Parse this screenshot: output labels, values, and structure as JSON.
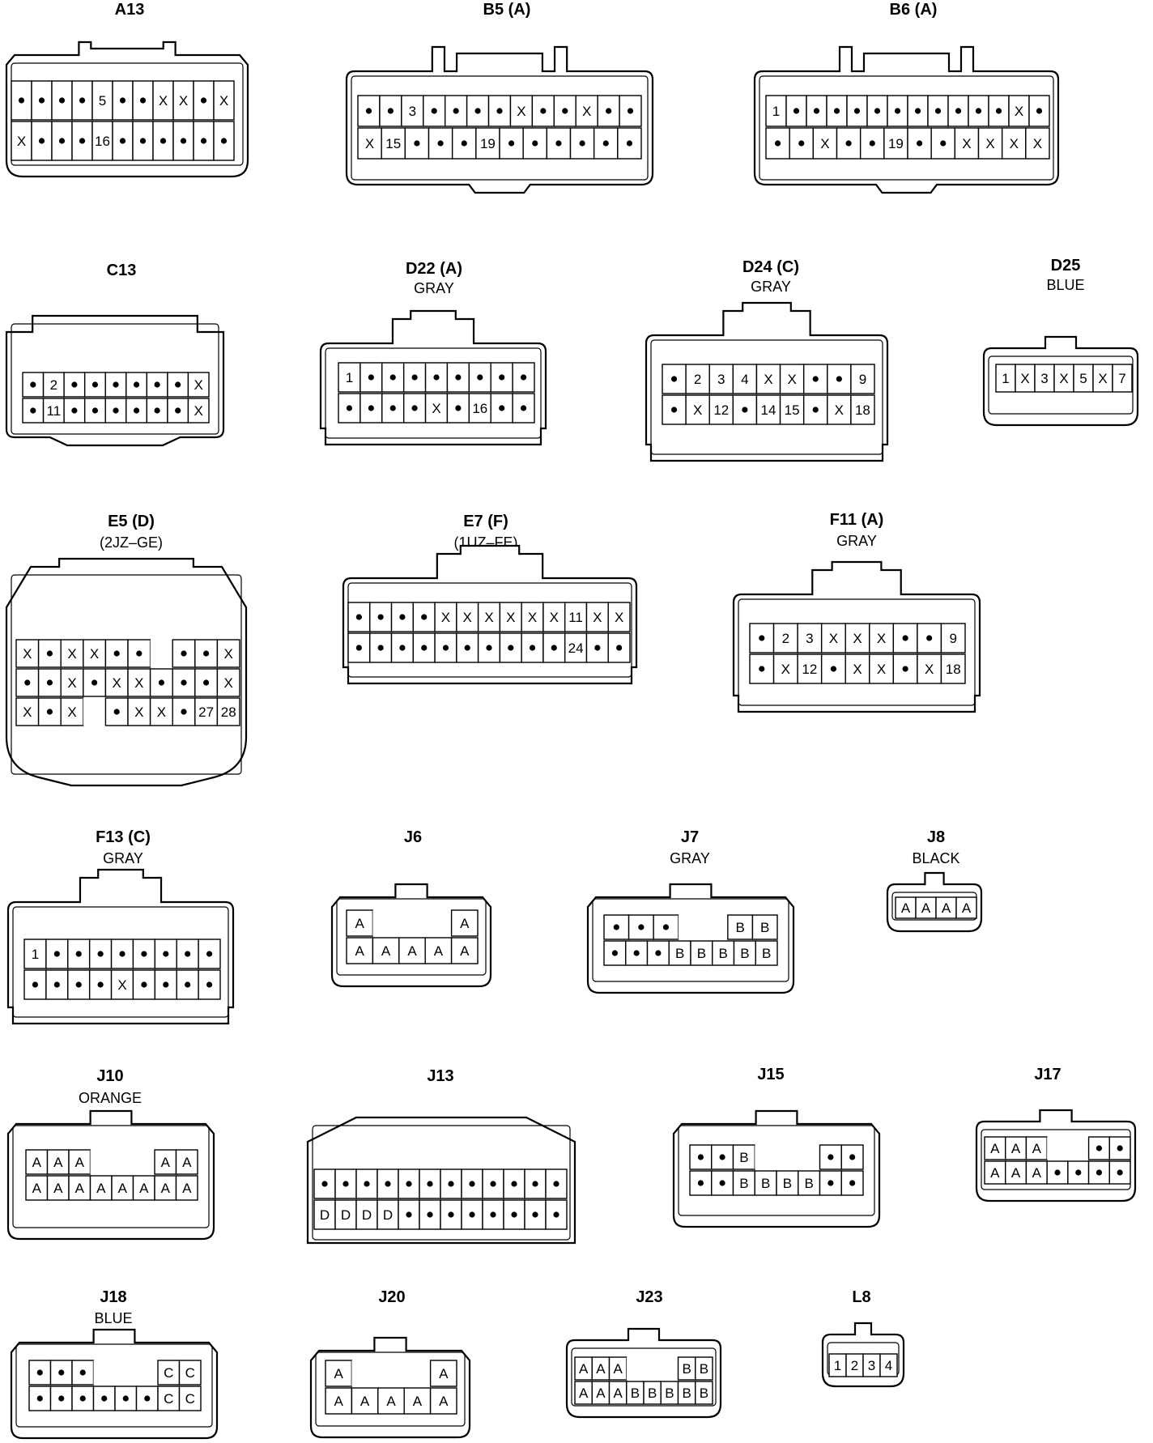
{
  "connectors": [
    {
      "id": "A13",
      "title": "A13",
      "subtitle": "",
      "rows": [
        [
          "•",
          "•",
          "•",
          "•",
          "5",
          "•",
          "•",
          "X",
          "X",
          "•",
          "X"
        ],
        [
          "X",
          "•",
          "•",
          "•",
          "16",
          "•",
          "•",
          "•",
          "•",
          "•",
          "•"
        ]
      ]
    },
    {
      "id": "B5",
      "title": "B5 (A)",
      "subtitle": "",
      "rows": [
        [
          "•",
          "•",
          "3",
          "•",
          "•",
          "•",
          "•",
          "X",
          "•",
          "•",
          "X",
          "•",
          "•"
        ],
        [
          "X",
          "15",
          "•",
          "•",
          "•",
          "19",
          "•",
          "•",
          "•",
          "•",
          "•",
          "•"
        ]
      ]
    },
    {
      "id": "B6",
      "title": "B6 (A)",
      "subtitle": "",
      "rows": [
        [
          "1",
          "•",
          "•",
          "•",
          "•",
          "•",
          "•",
          "•",
          "•",
          "•",
          "•",
          "•",
          "X",
          "•"
        ],
        [
          "•",
          "•",
          "X",
          "•",
          "•",
          "19",
          "•",
          "•",
          "X",
          "X",
          "X",
          "X"
        ]
      ]
    },
    {
      "id": "C13",
      "title": "C13",
      "subtitle": "",
      "rows": [
        [
          "•",
          "2",
          "•",
          "•",
          "•",
          "•",
          "•",
          "•",
          "X"
        ],
        [
          "•",
          "11",
          "•",
          "•",
          "•",
          "•",
          "•",
          "•",
          "X"
        ]
      ]
    },
    {
      "id": "D22",
      "title": "D22 (A)",
      "subtitle": "GRAY",
      "rows": [
        [
          "1",
          "•",
          "•",
          "•",
          "•",
          "•",
          "•",
          "•",
          "•"
        ],
        [
          "•",
          "•",
          "•",
          "•",
          "X",
          "•",
          "16",
          "•",
          "•"
        ]
      ]
    },
    {
      "id": "D24",
      "title": "D24 (C)",
      "subtitle": "GRAY",
      "rows": [
        [
          "•",
          "2",
          "3",
          "4",
          "X",
          "X",
          "•",
          "•",
          "9"
        ],
        [
          "•",
          "X",
          "12",
          "•",
          "14",
          "15",
          "•",
          "X",
          "18"
        ]
      ]
    },
    {
      "id": "D25",
      "title": "D25",
      "subtitle": "BLUE",
      "rows": [
        [
          "1",
          "X",
          "3",
          "X",
          "5",
          "X",
          "7"
        ]
      ]
    },
    {
      "id": "E5",
      "title": "E5 (D)",
      "subtitle": "(2JZ–GE)",
      "rows": [
        [
          "X",
          "•",
          "X",
          "X",
          "•",
          "•",
          "",
          "•",
          "•",
          "X"
        ],
        [
          "•",
          "•",
          "X",
          "•",
          "X",
          "X",
          "•",
          "•",
          "•",
          "X"
        ],
        [
          "X",
          "•",
          "X",
          "",
          "•",
          "X",
          "X",
          "•",
          "27",
          "28"
        ]
      ]
    },
    {
      "id": "E7",
      "title": "E7 (F)",
      "subtitle": "(1UZ–FE)",
      "rows": [
        [
          "•",
          "•",
          "•",
          "•",
          "X",
          "X",
          "X",
          "X",
          "X",
          "X",
          "11",
          "X",
          "X"
        ],
        [
          "•",
          "•",
          "•",
          "•",
          "•",
          "•",
          "•",
          "•",
          "•",
          "•",
          "24",
          "•",
          "•"
        ]
      ]
    },
    {
      "id": "F11",
      "title": "F11 (A)",
      "subtitle": "GRAY",
      "rows": [
        [
          "•",
          "2",
          "3",
          "X",
          "X",
          "X",
          "•",
          "•",
          "9"
        ],
        [
          "•",
          "X",
          "12",
          "•",
          "X",
          "X",
          "•",
          "X",
          "18"
        ]
      ]
    },
    {
      "id": "F13",
      "title": "F13 (C)",
      "subtitle": "GRAY",
      "rows": [
        [
          "1",
          "•",
          "•",
          "•",
          "•",
          "•",
          "•",
          "•",
          "•"
        ],
        [
          "•",
          "•",
          "•",
          "•",
          "X",
          "•",
          "•",
          "•",
          "•"
        ]
      ]
    },
    {
      "id": "J6",
      "title": "J6",
      "subtitle": "",
      "rows": [
        [
          "A",
          "",
          "",
          "",
          "A"
        ],
        [
          "A",
          "A",
          "A",
          "A",
          "A"
        ]
      ]
    },
    {
      "id": "J7",
      "title": "J7",
      "subtitle": "GRAY",
      "rows": [
        [
          "•",
          "•",
          "•",
          "",
          "",
          "B",
          "B"
        ],
        [
          "•",
          "•",
          "•",
          "B",
          "B",
          "B",
          "B",
          "B"
        ]
      ]
    },
    {
      "id": "J8",
      "title": "J8",
      "subtitle": "BLACK",
      "rows": [
        [
          "A",
          "A",
          "A",
          "A"
        ]
      ]
    },
    {
      "id": "J10",
      "title": "J10",
      "subtitle": "ORANGE",
      "rows": [
        [
          "A",
          "A",
          "A",
          "",
          "",
          "",
          "A",
          "A"
        ],
        [
          "A",
          "A",
          "A",
          "A",
          "A",
          "A",
          "A",
          "A"
        ]
      ]
    },
    {
      "id": "J13",
      "title": "J13",
      "subtitle": "",
      "rows": [
        [
          "•",
          "•",
          "•",
          "•",
          "•",
          "•",
          "•",
          "•",
          "•",
          "•",
          "•",
          "•"
        ],
        [
          "D",
          "D",
          "D",
          "D",
          "•",
          "•",
          "•",
          "•",
          "•",
          "•",
          "•",
          "•"
        ]
      ]
    },
    {
      "id": "J15",
      "title": "J15",
      "subtitle": "",
      "rows": [
        [
          "•",
          "•",
          "B",
          "",
          "",
          "",
          "•",
          "•"
        ],
        [
          "•",
          "•",
          "B",
          "B",
          "B",
          "B",
          "•",
          "•"
        ]
      ]
    },
    {
      "id": "J17",
      "title": "J17",
      "subtitle": "",
      "rows": [
        [
          "A",
          "A",
          "A",
          "",
          "",
          "•",
          "•"
        ],
        [
          "A",
          "A",
          "A",
          "•",
          "•",
          "•",
          "•"
        ]
      ]
    },
    {
      "id": "J18",
      "title": "J18",
      "subtitle": "BLUE",
      "rows": [
        [
          "•",
          "•",
          "•",
          "",
          "",
          "",
          "C",
          "C"
        ],
        [
          "•",
          "•",
          "•",
          "•",
          "•",
          "•",
          "C",
          "C"
        ]
      ]
    },
    {
      "id": "J20",
      "title": "J20",
      "subtitle": "",
      "rows": [
        [
          "A",
          "",
          "",
          "",
          "A"
        ],
        [
          "A",
          "A",
          "A",
          "A",
          "A"
        ]
      ]
    },
    {
      "id": "J23",
      "title": "J23",
      "subtitle": "",
      "rows": [
        [
          "A",
          "A",
          "A",
          "",
          "",
          "",
          "B",
          "B"
        ],
        [
          "A",
          "A",
          "A",
          "B",
          "B",
          "B",
          "B",
          "B"
        ]
      ]
    },
    {
      "id": "L8",
      "title": "L8",
      "subtitle": "",
      "rows": [
        [
          "1",
          "2",
          "3",
          "4"
        ]
      ]
    }
  ]
}
